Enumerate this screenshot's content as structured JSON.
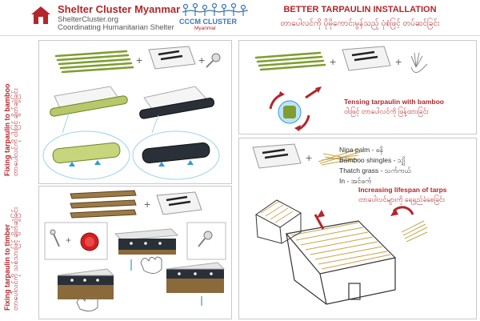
{
  "header": {
    "org_title": "Shelter Cluster Myanmar",
    "org_url": "ShelterCluster.org",
    "org_subtitle": "Coordinating Humanitarian Shelter",
    "ccm_title": "CCCM CLUSTER",
    "ccm_sub": "Myanmar",
    "main_title": "BETTER TARPAULIN INSTALLATION",
    "main_subtitle": "တာပေါလင်ကို ပိုမိုကောင်းမွန်သည့် ပုံစံဖြင့် တပ်ဆင်ခြင်း"
  },
  "panels": {
    "bamboo": {
      "label_en": "Fixing tarpaulin to bamboo",
      "label_my": "တာပေါလင်ကို ဝါးဖြင့် ချိတ်ဆွဲခြင်း"
    },
    "timber": {
      "label_en": "Fixing tarpaulin to timber",
      "label_my": "တာပေါလင်ကို သစ်သားဖြင့် ချိတ်ဆွဲခြင်း"
    },
    "tension": {
      "label_en": "Tensing tarpaulin with bamboo",
      "label_my": "ဝါးဖြင့် တာပေါလင်ကို ဖြန့်ထားခြင်း"
    },
    "lifespan": {
      "list": [
        "Nipa palm - ဓနိ",
        "Bamboo shingles - သျှိ",
        "Thatch grass - သက်ကယ်",
        "In - အင်ဖက်"
      ],
      "title_en": "Increasing lifespan of tarps",
      "title_my": "တာပေါလင်များကို ရေရှည်ခံစေခြင်း"
    }
  },
  "colors": {
    "brand_red": "#b3262a",
    "ccm_blue": "#3a75b8",
    "bamboo_green": "#8aa83a",
    "timber_brown": "#8a6a3a",
    "panel_border": "#c9c9c9",
    "highlight_blue": "#bfe3f5"
  },
  "icons": [
    "house-logo-icon",
    "people-logo-icon",
    "plus-icon",
    "tarpaulin-icon",
    "nail-icon",
    "bottle-cap-icon",
    "hand-icon",
    "rotate-arrow-icon",
    "arrow-icon"
  ]
}
